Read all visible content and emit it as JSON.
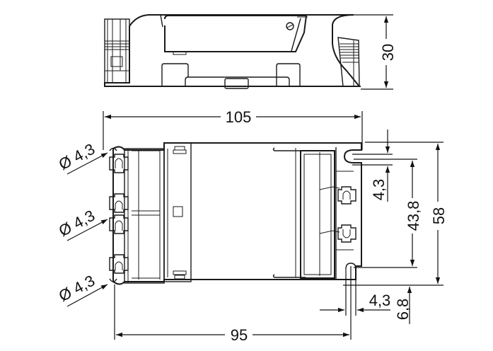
{
  "drawing": {
    "type": "technical dimension drawing",
    "views": [
      "side-view",
      "top-view"
    ],
    "line_color": "#1a1a1a",
    "background": "#ffffff"
  },
  "side_view": {
    "height_label": "30"
  },
  "top_view": {
    "overall_length_label": "105",
    "hole_spacing_label": "95",
    "overall_width_label": "58",
    "slot_spacing_label": "43,8",
    "slot_width_right_label": "4,3",
    "slot_width_bottom_label": "4,3",
    "edge_offset_label": "6,8",
    "diameter_labels": [
      "Ø 4,3",
      "Ø 4,3",
      "Ø 4,3"
    ]
  }
}
